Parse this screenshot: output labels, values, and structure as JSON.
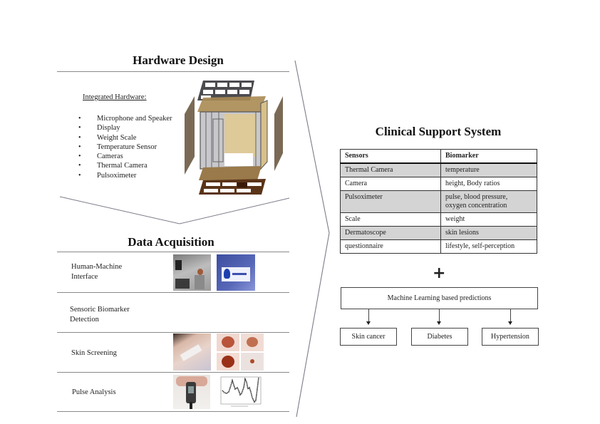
{
  "hardware": {
    "title": "Hardware Design",
    "subtitle": "Integrated Hardware:",
    "items": [
      "Microphone and Speaker",
      "Display",
      "Weight Scale",
      "Temperature Sensor",
      "Cameras",
      "Thermal Camera",
      "Pulsoximeter"
    ],
    "image": "exploded-booth-3d-model"
  },
  "acquisition": {
    "title": "Data Acquisition",
    "rows": [
      {
        "label_line1": "Human-Machine",
        "label_line2": "Interface",
        "images": [
          "person-in-booth-photo",
          "logo-screen-photo"
        ]
      },
      {
        "label_line1": "Sensoric Biomarker",
        "label_line2": "Detection",
        "images": []
      },
      {
        "label_line1": "Skin Screening",
        "label_line2": "",
        "images": [
          "dermatoscope-on-skin-photo",
          "skin-lesion-grid-photos"
        ]
      },
      {
        "label_line1": "Pulse Analysis",
        "label_line2": "",
        "images": [
          "pulsoximeter-finger-photo",
          "pulse-waveform-plot"
        ]
      }
    ]
  },
  "clinical": {
    "title": "Clinical Support System",
    "table": {
      "headers": [
        "Sensors",
        "Biomarker"
      ],
      "rows": [
        {
          "sensor": "Thermal Camera",
          "biomarker": "temperature",
          "shaded": true
        },
        {
          "sensor": "Camera",
          "biomarker": "height, Body ratios",
          "shaded": false
        },
        {
          "sensor": "Pulsoximeter",
          "biomarker": "pulse, blood pressure, oxygen concentration",
          "shaded": true
        },
        {
          "sensor": "Scale",
          "biomarker": "weight",
          "shaded": false
        },
        {
          "sensor": "Dermatoscope",
          "biomarker": "skin lesions",
          "shaded": true
        },
        {
          "sensor": "questionnaire",
          "biomarker": "lifestyle, self-perception",
          "shaded": false
        }
      ]
    },
    "plus_symbol": "+",
    "ml_box": "Machine Learning based predictions",
    "outcomes": [
      "Skin cancer",
      "Diabetes",
      "Hypertension"
    ]
  },
  "colors": {
    "line": "#8a8a8a",
    "shaded_row": "#d4d4d4",
    "wood": "#7a5a3a",
    "dark_wood": "#4a2a14"
  }
}
